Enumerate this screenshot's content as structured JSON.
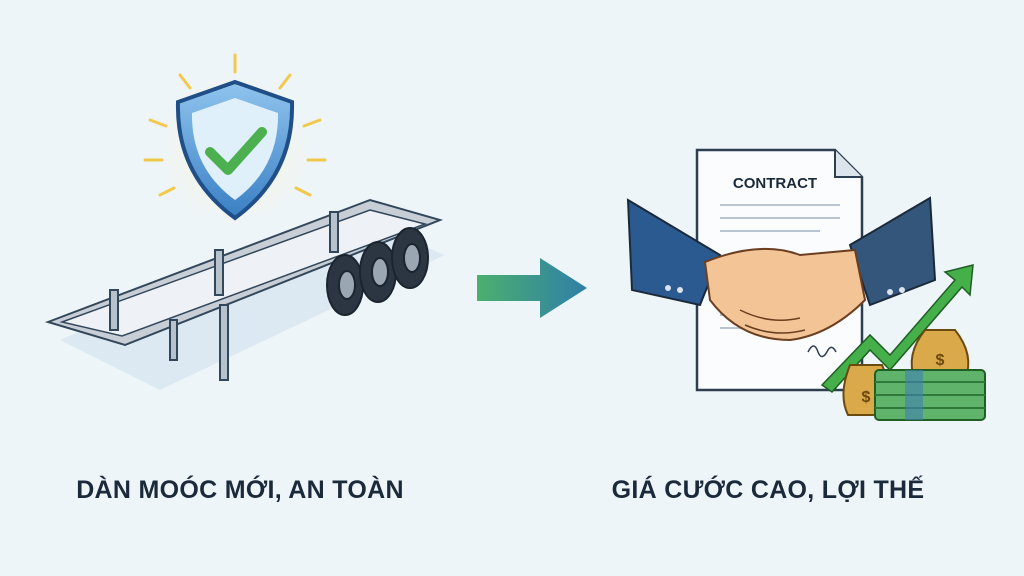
{
  "left": {
    "caption": "DÀN MOÓC MỚI, AN TOÀN",
    "icons": [
      "shield-check-icon",
      "trailer-chassis-icon"
    ]
  },
  "arrow": {
    "icon": "arrow-right-icon",
    "colors": [
      "#4caf6e",
      "#2f7fa8"
    ]
  },
  "right": {
    "caption": "GIÁ CƯỚC CAO, LỢI THẾ",
    "contract_title": "CONTRACT",
    "icons": [
      "handshake-icon",
      "contract-document-icon",
      "growth-arrow-icon",
      "money-bag-icon",
      "cash-stack-icon"
    ]
  },
  "colors": {
    "background": "#eef5f9",
    "text": "#1b2a3b",
    "shield": "#3a7fc4",
    "check": "#4caf50"
  }
}
